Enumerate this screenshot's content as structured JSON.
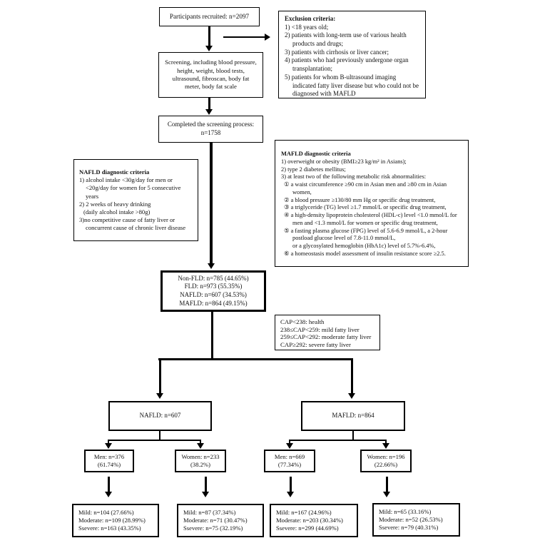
{
  "figure": {
    "participants": {
      "text": "Participants recruited: n=2097"
    },
    "exclusion": {
      "title": "Exclusion criteria:",
      "items": [
        "1) <18 years old;",
        "2) patients with long-term use of various health products and drugs;",
        "3) patients with cirrhosis or liver cancer;",
        "4) patients who had previously undergone organ transplantation;",
        "5) patients for whom B-ultrasound imaging indicated fatty liver disease but who could not be diagnosed with MAFLD"
      ]
    },
    "screening": {
      "lines": [
        "Screening, including blood pressure,",
        "height, weight, blood tests,",
        "ultrasound, fibroscan, body fat",
        "meter, body fat scale"
      ]
    },
    "completed": {
      "lines": [
        "Completed the screening process:",
        "n=1758"
      ]
    },
    "nafld_criteria": {
      "title": "NAFLD diagnostic criteria",
      "items": [
        "1) alcohol intake <30g/day for men or <20g/day for women for 5 consecutive years",
        "2) 2 weeks of heavy drinking",
        "(daily alcohol intake >80g)",
        "3)no competitive cause of fatty liver or concurrent cause of chronic liver disease"
      ]
    },
    "mafld_criteria": {
      "title": "MAFLD diagnostic criteria",
      "items": [
        "1) overweight or obesity (BMI≥23 kg/m² in Asians);",
        "2) type 2 diabetes mellitus;",
        "3) at least two of the following metabolic risk abnormalities:",
        "① a waist circumference ≥90 cm in Asian men and ≥80 cm in Asian women,",
        "② a blood pressure ≥130/80 mm Hg or specific drug treatment,",
        "③ a triglyceride (TG) level ≥1.7 mmol/L or specific drug treatment,",
        "④ a high-density lipoprotein cholesterol (HDL-c) level <1.0 mmol/L for men and <1.3 mmol/L for women or specific drug treatment,",
        "⑤ a fasting plasma glucose (FPG) level of 5.6-6.9 mmol/L, a 2-hour postload glucose level of 7.8-11.0 mmol/L,",
        "or a glycosylated hemoglobin (HbA1c) level of 5.7%-6.4%,",
        "⑥ a homeostasis model assessment of insulin resistance score ≥2.5."
      ]
    },
    "fld_stats": {
      "lines": [
        "Non-FLD: n=785 (44.65%)",
        "FLD: n=973 (55.35%)",
        "NAFLD: n=607 (34.53%)",
        "MAFLD: n=864 (49.15%)"
      ]
    },
    "cap_legend": {
      "lines": [
        "CAP<238: health",
        "238≤CAP<259: mild fatty liver",
        "259≤CAP<292: moderate fatty liver",
        "CAP≥292: severe fatty liver"
      ]
    },
    "nafld_total": {
      "text": "NAFLD: n=607"
    },
    "mafld_total": {
      "text": "MAFLD: n=864"
    },
    "nafld_men": {
      "lines": [
        "Men: n=376",
        "(61.74%)"
      ]
    },
    "nafld_women": {
      "lines": [
        "Women: n=233",
        "(38.2%)"
      ]
    },
    "mafld_men": {
      "lines": [
        "Men: n=669",
        "(77.34%)"
      ]
    },
    "mafld_women": {
      "lines": [
        "Women: n=196",
        "(22.66%)"
      ]
    },
    "nafld_men_severity": {
      "lines": [
        "Mild: n=104 (27.66%)",
        "Moderate: n=109 (28.99%)",
        "Ssevere: n=163 (43.35%)"
      ]
    },
    "nafld_women_severity": {
      "lines": [
        "Mild: n=87 (37.34%)",
        "Moderate: n=71 (30.47%)",
        "Ssevere: n=75 (32.19%)"
      ]
    },
    "mafld_men_severity": {
      "lines": [
        "Mild: n=167 (24.96%)",
        "Moderate: n=203 (30.34%)",
        "Ssevere: n=299 (44.69%)"
      ]
    },
    "mafld_women_severity": {
      "lines": [
        "Mild: n=65 (33.16%)",
        "Moderate: n=52 (26.53%)",
        "Ssevere: n=79 (40.31%)"
      ]
    }
  }
}
